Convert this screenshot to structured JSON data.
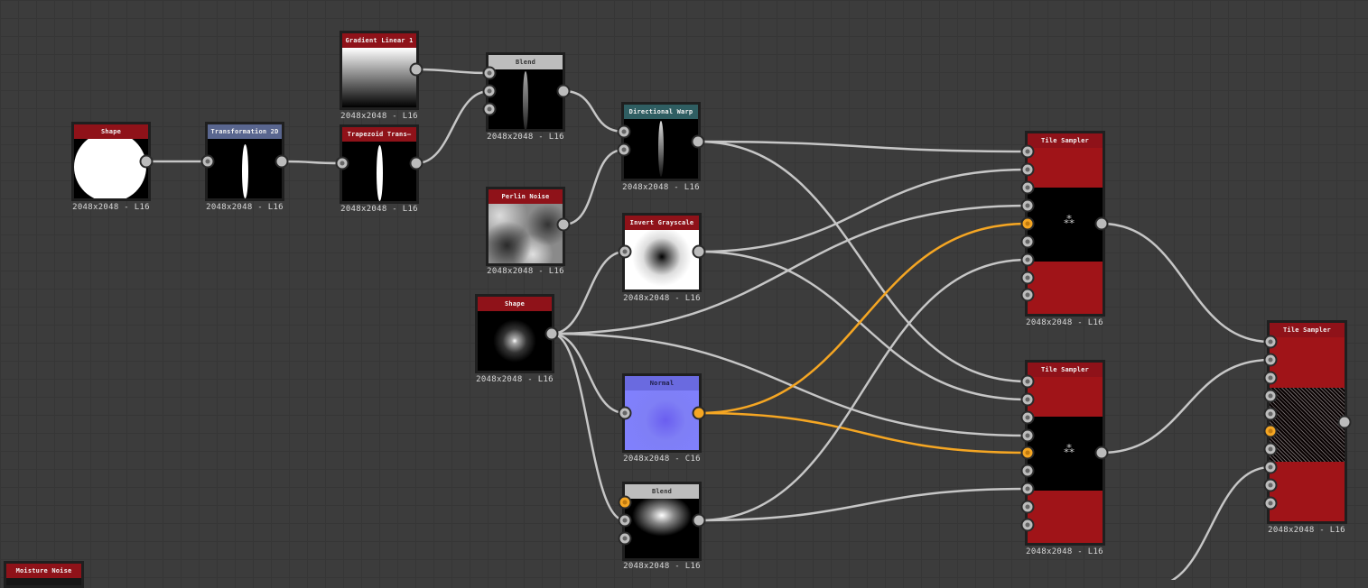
{
  "graph": {
    "wire_color": "#c6c6c6",
    "highlight_wire_color": "#f5a623",
    "nodes": {
      "shape_1": {
        "title": "Shape",
        "caption": "2048x2048 - L16"
      },
      "transform_2d": {
        "title": "Transformation 2D",
        "caption": "2048x2048 - L16"
      },
      "gradient_linear": {
        "title": "Gradient Linear 1",
        "caption": "2048x2048 - L16"
      },
      "trapezoid": {
        "title": "Trapezoid Trans—",
        "caption": "2048x2048 - L16"
      },
      "blend_1": {
        "title": "Blend",
        "caption": "2048x2048 - L16"
      },
      "perlin": {
        "title": "Perlin Noise",
        "caption": "2048x2048 - L16"
      },
      "dir_warp": {
        "title": "Directional Warp",
        "caption": "2048x2048 - L16"
      },
      "invert": {
        "title": "Invert Grayscale",
        "caption": "2048x2048 - L16"
      },
      "shape_2": {
        "title": "Shape",
        "caption": "2048x2048 - L16"
      },
      "normal": {
        "title": "Normal",
        "caption": "2048x2048 - C16"
      },
      "blend_2": {
        "title": "Blend",
        "caption": "2048x2048 - L16"
      },
      "tile_1": {
        "title": "Tile Sampler",
        "caption": "2048x2048 - L16"
      },
      "tile_2": {
        "title": "Tile Sampler",
        "caption": "2048x2048 - L16"
      },
      "tile_3": {
        "title": "Tile Sampler",
        "caption": "2048x2048 - L16"
      },
      "moisture": {
        "title": "Moisture Noise"
      }
    }
  }
}
